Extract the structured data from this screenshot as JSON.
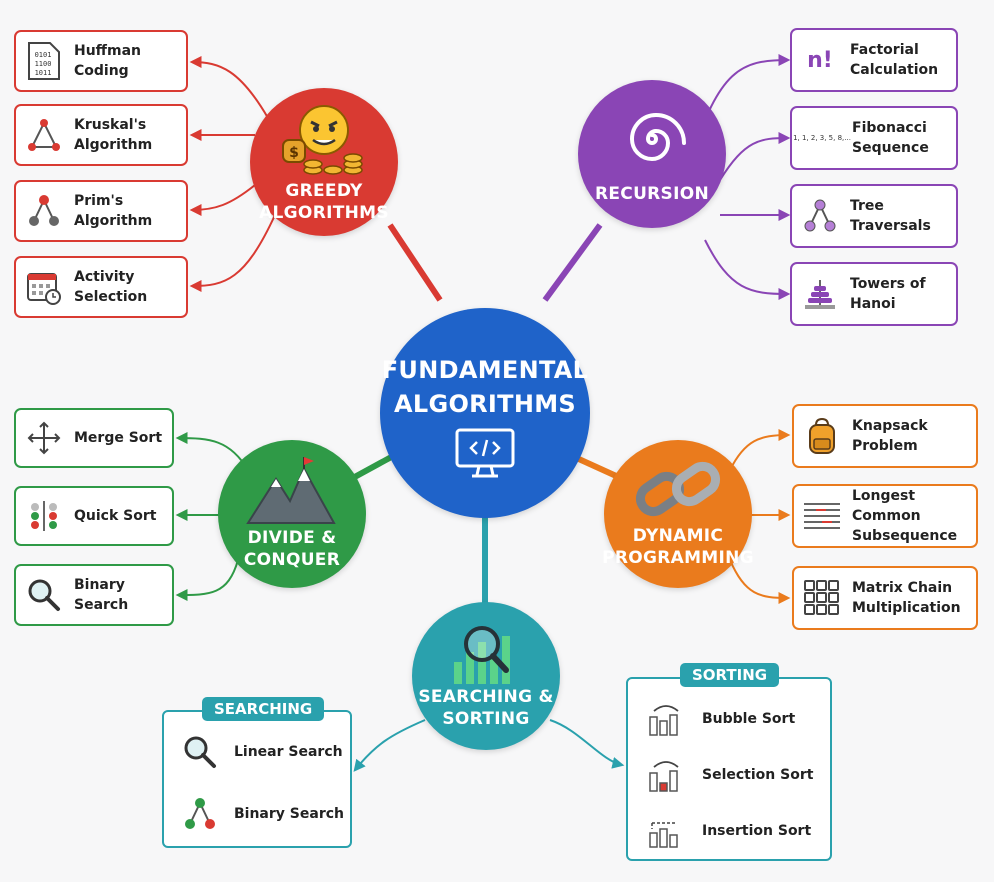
{
  "center": {
    "title": "FUNDAMENTAL\nALGORITHMS",
    "icon": "monitor-code-icon",
    "color": "#1f63c9"
  },
  "branches": {
    "greedy": {
      "label": "GREEDY\nALGORITHMS",
      "color": "#d93a32",
      "icon": "greedy-face-coins-icon",
      "items": [
        {
          "label": "Huffman Coding",
          "icon": "binary-file-icon"
        },
        {
          "label": "Kruskal's\nAlgorithm",
          "icon": "triangle-graph-icon"
        },
        {
          "label": "Prim's\nAlgorithm",
          "icon": "tree-graph-icon"
        },
        {
          "label": "Activity\nSelection",
          "icon": "calendar-clock-icon"
        }
      ]
    },
    "recursion": {
      "label": "RECURSION",
      "color": "#8a45b5",
      "icon": "spiral-icon",
      "items": [
        {
          "label": "Factorial\nCalculation",
          "icon": "factorial-icon",
          "glyph": "n!"
        },
        {
          "label": "Fibonacci\nSequence",
          "icon": "sequence-icon",
          "glyph": "1, 1, 2, 3, 5, 8,..."
        },
        {
          "label": "Tree\nTraversals",
          "icon": "tree-icon"
        },
        {
          "label": "Towers of\nHanoi",
          "icon": "hanoi-tower-icon"
        }
      ]
    },
    "divide": {
      "label": "DIVIDE &\nCONQUER",
      "color": "#2f9a47",
      "icon": "mountain-flag-icon",
      "items": [
        {
          "label": "Merge Sort",
          "icon": "arrows-merge-icon"
        },
        {
          "label": "Quick Sort",
          "icon": "pivot-dots-icon"
        },
        {
          "label": "Binary Search",
          "icon": "magnifier-icon"
        }
      ]
    },
    "dynamic": {
      "label": "DYNAMIC\nPROGRAMMING",
      "color": "#ea7b1d",
      "icon": "chain-link-icon",
      "items": [
        {
          "label": "Knapsack\nProblem",
          "icon": "backpack-icon"
        },
        {
          "label": "Longest Common\nSubsequence",
          "icon": "text-lines-icon"
        },
        {
          "label": "Matrix Chain\nMultiplication",
          "icon": "matrix-grid-icon"
        }
      ]
    },
    "searching": {
      "label": "SEARCHING &\nSORTING",
      "color": "#2aa1ad",
      "icon": "chart-magnifier-icon"
    }
  },
  "searching_group": {
    "title": "SEARCHING",
    "items": [
      {
        "label": "Linear Search",
        "icon": "magnifier-icon"
      },
      {
        "label": "Binary Search",
        "icon": "tree-graph-icon"
      }
    ]
  },
  "sorting_group": {
    "title": "SORTING",
    "items": [
      {
        "label": "Bubble Sort",
        "icon": "bubble-sort-icon"
      },
      {
        "label": "Selection Sort",
        "icon": "selection-sort-icon"
      },
      {
        "label": "Insertion Sort",
        "icon": "insertion-sort-icon"
      }
    ]
  }
}
